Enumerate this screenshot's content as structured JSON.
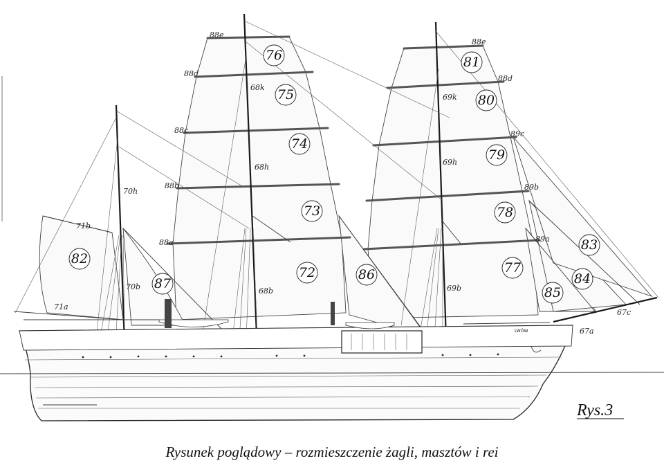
{
  "figure": {
    "label": "Rys.3",
    "caption": "Rysunek poglądowy – rozmieszczenie żagli, masztów i rei",
    "ship_name": "LWÓW"
  },
  "sail_numbers": [
    "76",
    "75",
    "74",
    "73",
    "72",
    "81",
    "80",
    "79",
    "78",
    "77",
    "82",
    "87",
    "86",
    "83",
    "84",
    "85"
  ],
  "labels": {
    "l88e_a": "88e",
    "l88d_a": "88d",
    "l88c": "88c",
    "l88b": "88b",
    "l88a": "88a",
    "l68k": "68k",
    "l68h": "68h",
    "l68b": "68b",
    "l88e_b": "88e",
    "l88d_b": "88d",
    "l89c": "89c",
    "l89b": "89b",
    "l89a": "89a",
    "l69k": "69k",
    "l69h": "69h",
    "l69b": "69b",
    "l70h": "70h",
    "l70b": "70b",
    "l71b": "71b",
    "l71a": "71a",
    "l67c": "67c",
    "l67a": "67a"
  }
}
